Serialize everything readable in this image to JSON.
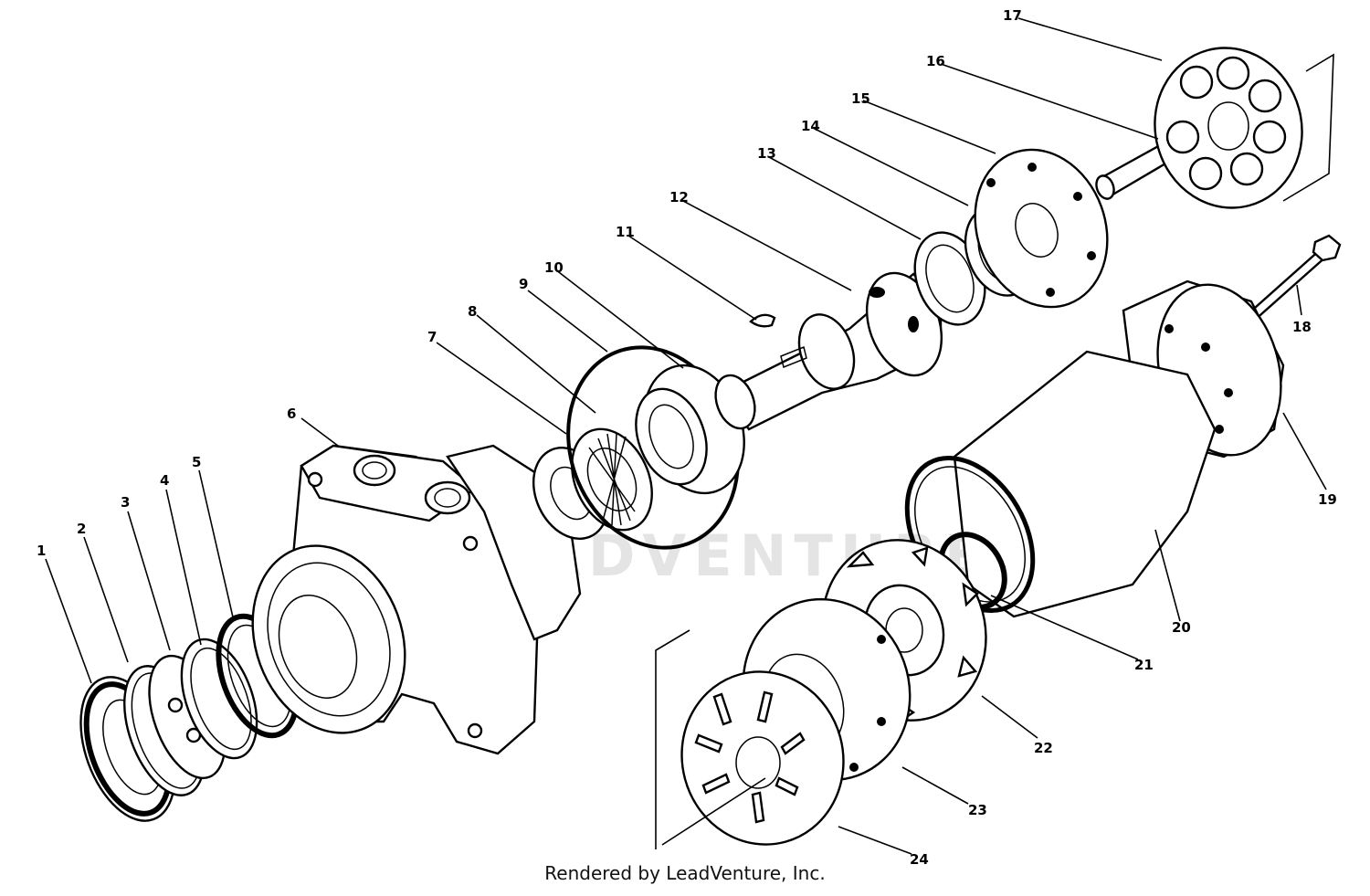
{
  "diagram": {
    "parts": [
      {
        "number": "1"
      },
      {
        "number": "2"
      },
      {
        "number": "3"
      },
      {
        "number": "4"
      },
      {
        "number": "5"
      },
      {
        "number": "6"
      },
      {
        "number": "7"
      },
      {
        "number": "8"
      },
      {
        "number": "9"
      },
      {
        "number": "10"
      },
      {
        "number": "11"
      },
      {
        "number": "12"
      },
      {
        "number": "13"
      },
      {
        "number": "14"
      },
      {
        "number": "15"
      },
      {
        "number": "16"
      },
      {
        "number": "17"
      },
      {
        "number": "18"
      },
      {
        "number": "19"
      },
      {
        "number": "20"
      },
      {
        "number": "21"
      },
      {
        "number": "22"
      },
      {
        "number": "23"
      },
      {
        "number": "24"
      }
    ],
    "watermark": "LEADVENTURE",
    "credit": "Rendered by LeadVenture, Inc."
  }
}
